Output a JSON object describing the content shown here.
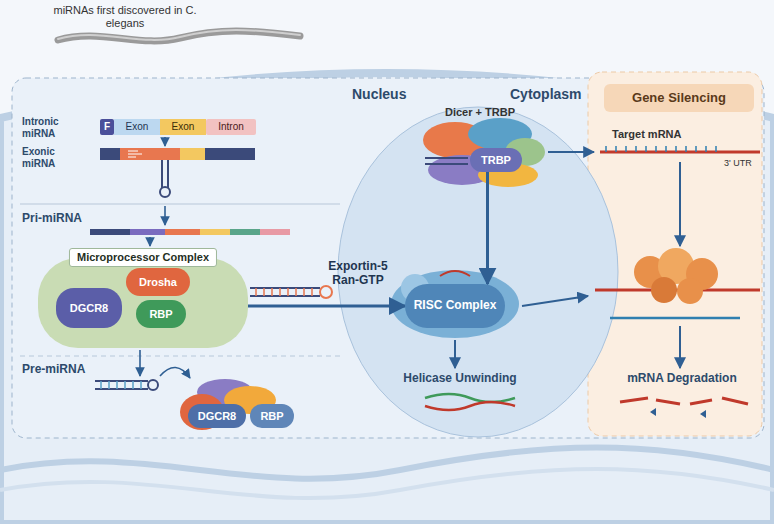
{
  "diagram": {
    "nodes": [
      {
        "text": [
          "F"
        ]
      },
      {
        "text": [
          "Exon"
        ]
      },
      {
        "text": [
          "Exon"
        ]
      },
      {
        "text": [
          "Intron"
        ]
      },
      {
        "text": [
          "Microprocessor Complex"
        ]
      },
      {
        "text": [
          "DGCR8"
        ],
        "in": 4
      },
      {
        "text": [
          "Drosha"
        ],
        "in": 4
      },
      {
        "text": [
          "RBP"
        ],
        "in": 4
      },
      {
        "text": [
          "DGCR8"
        ]
      },
      {
        "text": [
          "RBP"
        ]
      },
      {
        "text": [
          "TRBP"
        ]
      },
      {
        "text": [
          "RISC Complex"
        ]
      },
      {
        "text": [
          "Gene Silencing"
        ]
      }
    ],
    "edges": [
      {
        "from": 4,
        "to": 11,
        "arrow": "to"
      },
      {
        "from": 10,
        "to": 11,
        "arrow": "to"
      }
    ],
    "labels": [
      "miRNAs first discovered in C. elegans",
      "Intronic miRNA",
      "Exonic miRNA",
      "Nucleus",
      "Cytoplasm",
      "Pri-miRNA",
      "Pre-miRNA",
      "Dicer + TRBP",
      "Exportin-5 Ran-GTP",
      "Target mRNA",
      "3' UTR",
      "Helicase Unwinding",
      "mRNA Degradation"
    ]
  }
}
